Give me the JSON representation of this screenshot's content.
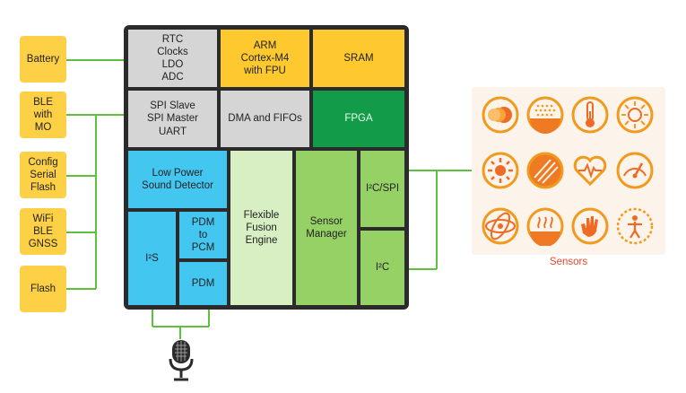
{
  "external": {
    "battery": "Battery",
    "ble": "BLE\nwith\nMO",
    "config_flash": "Config\nSerial\nFlash",
    "wifi": "WiFi\nBLE\nGNSS",
    "flash": "Flash"
  },
  "blocks": {
    "rtc": "RTC\nClocks\nLDO\nADC",
    "arm": "ARM\nCortex-M4\nwith FPU",
    "sram": "SRAM",
    "spi": "SPI Slave\nSPI Master\nUART",
    "dma": "DMA and FIFOs",
    "fpga": "FPGA",
    "sound": "Low Power\nSound Detector",
    "fusion": "Flexible\nFusion\nEngine",
    "sensor_mgr": "Sensor\nManager",
    "i2c_spi": "I²C/SPI",
    "i2s": "I²S",
    "pdm_pcm": "PDM\nto\nPCM",
    "pdm": "PDM",
    "i2c": "I²C"
  },
  "sensors": {
    "title": "Sensors",
    "icons": [
      "motion-icon",
      "pressure-icon",
      "thermometer-icon",
      "light-icon",
      "sun-icon",
      "uv-icon",
      "heart-rate-icon",
      "gauge-icon",
      "gyroscope-icon",
      "humidity-icon",
      "gesture-icon",
      "proximity-icon"
    ]
  },
  "colors": {
    "chip": "#2b2b2b",
    "external": "#fdd046",
    "gray": "#d5d5d5",
    "yellow": "#fdc92e",
    "dark_green": "#129b48",
    "blue": "#43c6f0",
    "light_green": "#d7efc3",
    "green": "#96d165",
    "wire": "#5cc13d",
    "sensor_orange": "#f29a1e",
    "sensors_title": "#e8482a"
  }
}
